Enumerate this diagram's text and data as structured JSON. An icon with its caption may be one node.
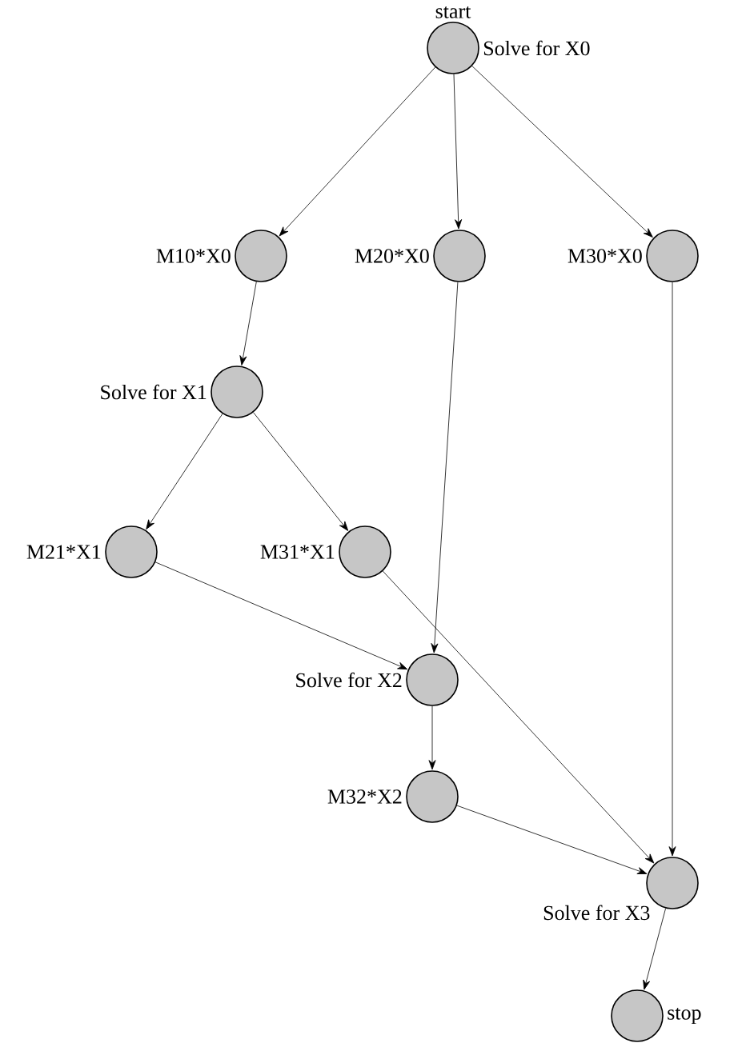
{
  "diagram": {
    "nodes": [
      {
        "text": [
          "start",
          "Solve for X0"
        ]
      },
      {
        "text": [
          "M10*X0"
        ]
      },
      {
        "text": [
          "M20*X0"
        ]
      },
      {
        "text": [
          "M30*X0"
        ]
      },
      {
        "text": [
          "Solve for X1"
        ]
      },
      {
        "text": [
          "M21*X1"
        ]
      },
      {
        "text": [
          "M31*X1"
        ]
      },
      {
        "text": [
          "Solve for X2"
        ]
      },
      {
        "text": [
          "M32*X2"
        ]
      },
      {
        "text": [
          "Solve for X3"
        ]
      },
      {
        "text": [
          "stop"
        ]
      }
    ],
    "edges": [
      {
        "from": 0,
        "to": 1,
        "arrow": "to"
      },
      {
        "from": 0,
        "to": 2,
        "arrow": "to"
      },
      {
        "from": 0,
        "to": 3,
        "arrow": "to"
      },
      {
        "from": 1,
        "to": 4,
        "arrow": "to"
      },
      {
        "from": 4,
        "to": 5,
        "arrow": "to"
      },
      {
        "from": 4,
        "to": 6,
        "arrow": "to"
      },
      {
        "from": 2,
        "to": 7,
        "arrow": "to"
      },
      {
        "from": 5,
        "to": 7,
        "arrow": "to"
      },
      {
        "from": 6,
        "to": 9,
        "arrow": "to"
      },
      {
        "from": 7,
        "to": 8,
        "arrow": "to"
      },
      {
        "from": 8,
        "to": 9,
        "arrow": "to"
      },
      {
        "from": 3,
        "to": 9,
        "arrow": "to"
      },
      {
        "from": 9,
        "to": 10,
        "arrow": "to"
      }
    ]
  }
}
